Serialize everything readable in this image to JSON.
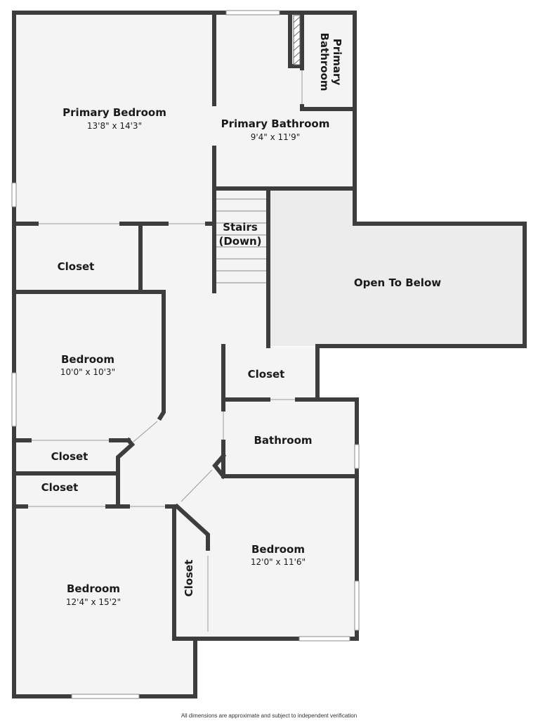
{
  "rooms": {
    "primary_bedroom": {
      "name": "Primary Bedroom",
      "dims": "13'8\" x 14'3\""
    },
    "primary_bathroom": {
      "name": "Primary Bathroom",
      "dims": "9'4\" x 11'9\""
    },
    "primary_bathroom_small": {
      "line1": "Primary",
      "line2": "Bathroom"
    },
    "stairs": {
      "line1": "Stairs",
      "line2": "(Down)"
    },
    "open_to_below": {
      "name": "Open To Below"
    },
    "closet_upper_left": {
      "name": "Closet"
    },
    "closet_center": {
      "name": "Closet"
    },
    "bedroom_left": {
      "name": "Bedroom",
      "dims": "10'0\" x 10'3\""
    },
    "bathroom": {
      "name": "Bathroom"
    },
    "closet_small_1": {
      "name": "Closet"
    },
    "closet_small_2": {
      "name": "Closet"
    },
    "bedroom_right": {
      "name": "Bedroom",
      "dims": "12'0\" x 11'6\""
    },
    "closet_vertical": {
      "name": "Closet"
    },
    "bedroom_bottom": {
      "name": "Bedroom",
      "dims": "12'4\" x 15'2\""
    }
  },
  "footer": {
    "disclaimer": "All dimensions are approximate and subject to independent verification"
  },
  "colors": {
    "wall": "#3d3d3d",
    "floor": "#f4f4f4",
    "open_area": "#ececec"
  }
}
